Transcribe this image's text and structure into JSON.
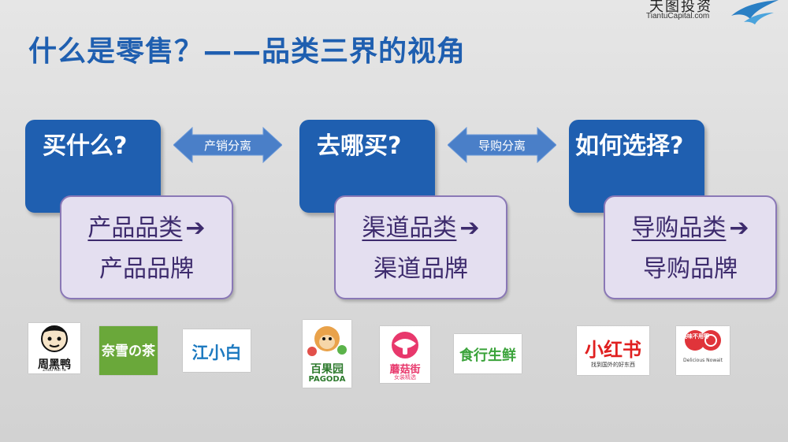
{
  "title": "什么是零售？——品类三界的视角",
  "logo": {
    "cn": "天图投资",
    "en": "TiantuCapital.com"
  },
  "columns": [
    {
      "question": "买什么?",
      "category": "产品品类",
      "brand": "产品品牌",
      "arrow": "➔"
    },
    {
      "question": "去哪买?",
      "category": "渠道品类",
      "brand": "渠道品牌",
      "arrow": "➔"
    },
    {
      "question": "如何选择?",
      "category": "导购品类",
      "brand": "导购品牌",
      "arrow": "➔"
    }
  ],
  "connectors": [
    "产销分离",
    "导购分离"
  ],
  "brands": [
    {
      "name": "周黑鸭",
      "sub": "Zhou Hei Ya"
    },
    {
      "name": "奈雪の茶"
    },
    {
      "name": "江小白"
    },
    {
      "name": "百果园",
      "sub": "PAGODA"
    },
    {
      "name": "蘑菇街",
      "sub": "女装精选"
    },
    {
      "name": "食行生鲜"
    },
    {
      "name": "小红书",
      "sub": "找到国外的好东西"
    },
    {
      "name": "美味不用等",
      "sub": "Delicious Nowait"
    }
  ],
  "colors": {
    "title": "#1f5fb0",
    "blue_box": "#1f5fb0",
    "lavender": "#e4dff0",
    "purple_text": "#3d2b6d"
  }
}
